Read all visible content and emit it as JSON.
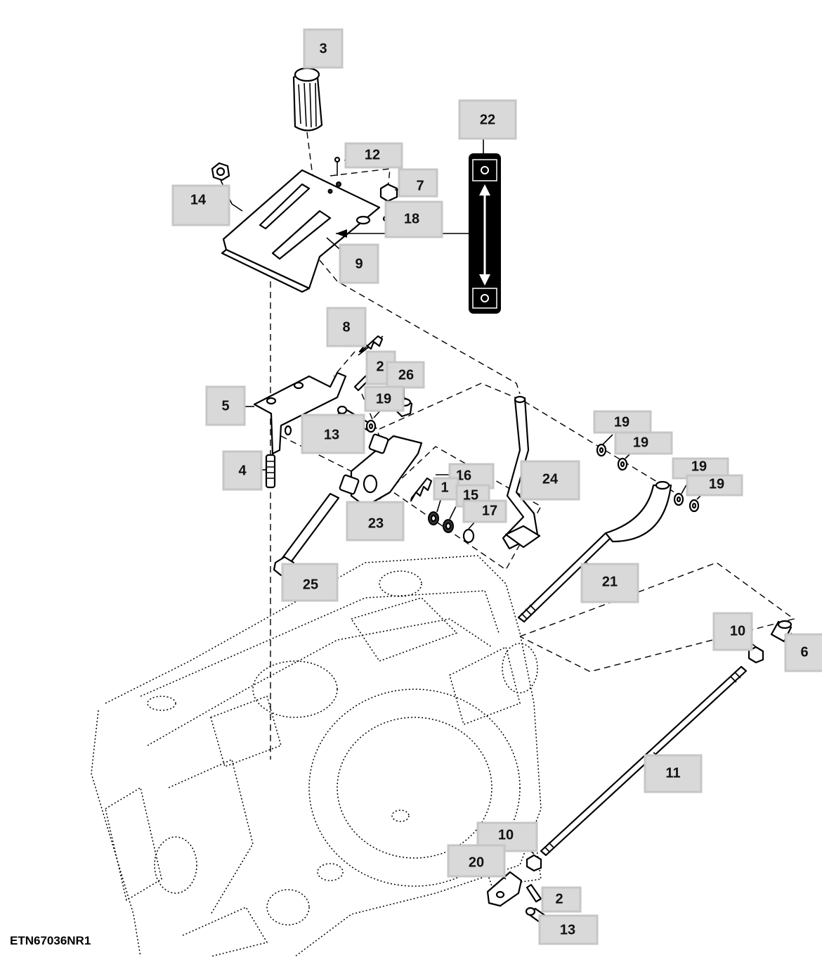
{
  "figure_code": "ETN67036NR1",
  "colors": {
    "callout_fill": "#d9d9d9",
    "callout_border": "#c6c6c6",
    "label_panel": "#000000"
  },
  "callouts": [
    {
      "id": "c3",
      "text": "3"
    },
    {
      "id": "c22",
      "text": "22"
    },
    {
      "id": "c12",
      "text": "12"
    },
    {
      "id": "c7",
      "text": "7"
    },
    {
      "id": "c14",
      "text": "14"
    },
    {
      "id": "c18",
      "text": "18"
    },
    {
      "id": "c9",
      "text": "9"
    },
    {
      "id": "c8",
      "text": "8"
    },
    {
      "id": "c2a",
      "text": "2"
    },
    {
      "id": "c26",
      "text": "26"
    },
    {
      "id": "c5",
      "text": "5"
    },
    {
      "id": "c19a",
      "text": "19"
    },
    {
      "id": "c13a",
      "text": "13"
    },
    {
      "id": "c4",
      "text": "4"
    },
    {
      "id": "c16",
      "text": "16"
    },
    {
      "id": "c1",
      "text": "1"
    },
    {
      "id": "c15",
      "text": "15"
    },
    {
      "id": "c17",
      "text": "17"
    },
    {
      "id": "c24",
      "text": "24"
    },
    {
      "id": "c23",
      "text": "23"
    },
    {
      "id": "c19b",
      "text": "19"
    },
    {
      "id": "c19c",
      "text": "19"
    },
    {
      "id": "c19d",
      "text": "19"
    },
    {
      "id": "c19e",
      "text": "19"
    },
    {
      "id": "c25",
      "text": "25"
    },
    {
      "id": "c21",
      "text": "21"
    },
    {
      "id": "c10a",
      "text": "10"
    },
    {
      "id": "c6",
      "text": "6"
    },
    {
      "id": "c11",
      "text": "11"
    },
    {
      "id": "c10b",
      "text": "10"
    },
    {
      "id": "c20",
      "text": "20"
    },
    {
      "id": "c2b",
      "text": "2"
    },
    {
      "id": "c13b",
      "text": "13"
    }
  ]
}
